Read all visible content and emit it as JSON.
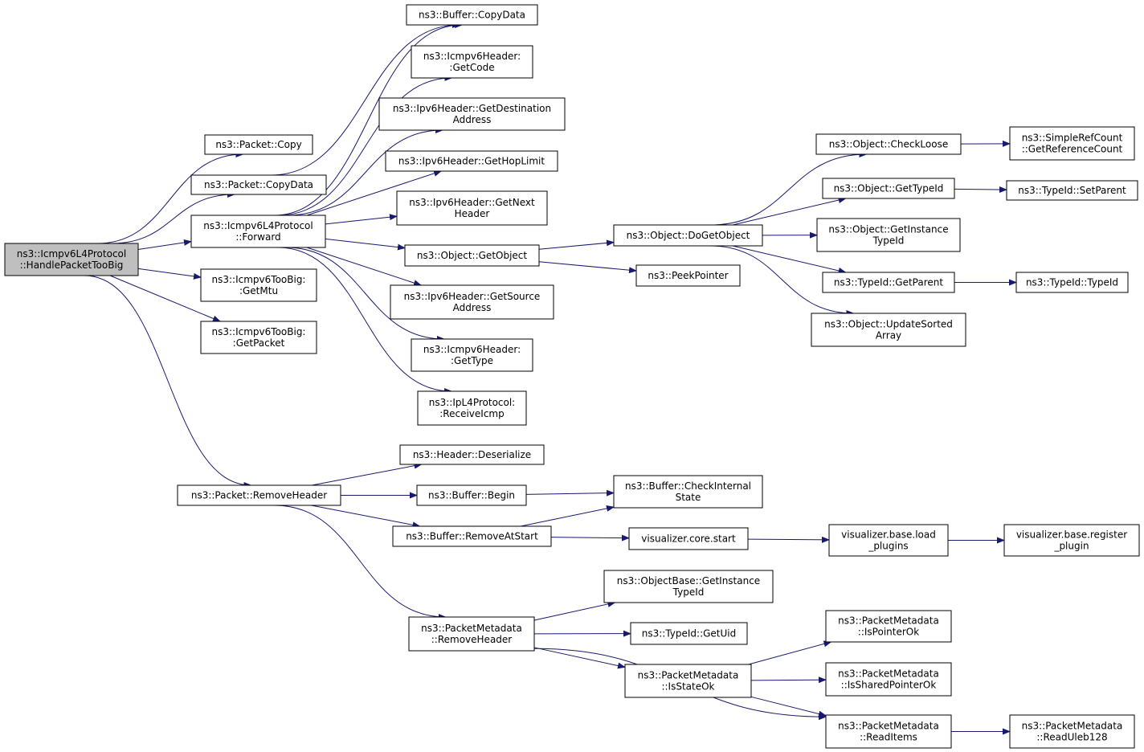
{
  "nodes": [
    {
      "id": "root",
      "lines": [
        "ns3::Icmpv6L4Protocol",
        "::HandlePacketTooBig"
      ]
    },
    {
      "id": "copy",
      "lines": [
        "ns3::Packet::Copy"
      ]
    },
    {
      "id": "pcopydata",
      "lines": [
        "ns3::Packet::CopyData"
      ]
    },
    {
      "id": "forward",
      "lines": [
        "ns3::Icmpv6L4Protocol",
        "::Forward"
      ]
    },
    {
      "id": "getmtu",
      "lines": [
        "ns3::Icmpv6TooBig:",
        ":GetMtu"
      ]
    },
    {
      "id": "getpacket",
      "lines": [
        "ns3::Icmpv6TooBig:",
        ":GetPacket"
      ]
    },
    {
      "id": "removeheader",
      "lines": [
        "ns3::Packet::RemoveHeader"
      ]
    },
    {
      "id": "bcopydata",
      "lines": [
        "ns3::Buffer::CopyData"
      ]
    },
    {
      "id": "getcode",
      "lines": [
        "ns3::Icmpv6Header:",
        ":GetCode"
      ]
    },
    {
      "id": "getdest",
      "lines": [
        "ns3::Ipv6Header::GetDestination",
        "Address"
      ]
    },
    {
      "id": "gethop",
      "lines": [
        "ns3::Ipv6Header::GetHopLimit"
      ]
    },
    {
      "id": "getnext",
      "lines": [
        "ns3::Ipv6Header::GetNext",
        "Header"
      ]
    },
    {
      "id": "getobject",
      "lines": [
        "ns3::Object::GetObject"
      ]
    },
    {
      "id": "getsource",
      "lines": [
        "ns3::Ipv6Header::GetSource",
        "Address"
      ]
    },
    {
      "id": "gettype",
      "lines": [
        "ns3::Icmpv6Header:",
        ":GetType"
      ]
    },
    {
      "id": "receiveicmp",
      "lines": [
        "ns3::IpL4Protocol:",
        ":ReceiveIcmp"
      ]
    },
    {
      "id": "dogetobject",
      "lines": [
        "ns3::Object::DoGetObject"
      ]
    },
    {
      "id": "peekpointer",
      "lines": [
        "ns3::PeekPointer"
      ]
    },
    {
      "id": "checkloose",
      "lines": [
        "ns3::Object::CheckLoose"
      ]
    },
    {
      "id": "ogettypeid",
      "lines": [
        "ns3::Object::GetTypeId"
      ]
    },
    {
      "id": "getinstancetypeid",
      "lines": [
        "ns3::Object::GetInstance",
        "TypeId"
      ]
    },
    {
      "id": "getparent",
      "lines": [
        "ns3::TypeId::GetParent"
      ]
    },
    {
      "id": "updatesorted",
      "lines": [
        "ns3::Object::UpdateSorted",
        "Array"
      ]
    },
    {
      "id": "getrefcount",
      "lines": [
        "ns3::SimpleRefCount",
        "::GetReferenceCount"
      ]
    },
    {
      "id": "setparent",
      "lines": [
        "ns3::TypeId::SetParent"
      ]
    },
    {
      "id": "typeid",
      "lines": [
        "ns3::TypeId::TypeId"
      ]
    },
    {
      "id": "deserialize",
      "lines": [
        "ns3::Header::Deserialize"
      ]
    },
    {
      "id": "begin",
      "lines": [
        "ns3::Buffer::Begin"
      ]
    },
    {
      "id": "removeatstart",
      "lines": [
        "ns3::Buffer::RemoveAtStart"
      ]
    },
    {
      "id": "pmremoveheader",
      "lines": [
        "ns3::PacketMetadata",
        "::RemoveHeader"
      ]
    },
    {
      "id": "checkinternal",
      "lines": [
        "ns3::Buffer::CheckInternal",
        "State"
      ]
    },
    {
      "id": "vcorestart",
      "lines": [
        "visualizer.core.start"
      ]
    },
    {
      "id": "vloadplugins",
      "lines": [
        "visualizer.base.load",
        "_plugins"
      ]
    },
    {
      "id": "vregplugin",
      "lines": [
        "visualizer.base.register",
        "_plugin"
      ]
    },
    {
      "id": "objbasegetinst",
      "lines": [
        "ns3::ObjectBase::GetInstance",
        "TypeId"
      ]
    },
    {
      "id": "getuid",
      "lines": [
        "ns3::TypeId::GetUid"
      ]
    },
    {
      "id": "isstateok",
      "lines": [
        "ns3::PacketMetadata",
        "::IsStateOk"
      ]
    },
    {
      "id": "ispointerok",
      "lines": [
        "ns3::PacketMetadata",
        "::IsPointerOk"
      ]
    },
    {
      "id": "issharedok",
      "lines": [
        "ns3::PacketMetadata",
        "::IsSharedPointerOk"
      ]
    },
    {
      "id": "readitems",
      "lines": [
        "ns3::PacketMetadata",
        "::ReadItems"
      ]
    },
    {
      "id": "readuleb",
      "lines": [
        "ns3::PacketMetadata",
        "::ReadUleb128"
      ]
    }
  ],
  "edges": [
    [
      "root",
      "copy"
    ],
    [
      "root",
      "pcopydata"
    ],
    [
      "root",
      "forward"
    ],
    [
      "root",
      "getmtu"
    ],
    [
      "root",
      "getpacket"
    ],
    [
      "root",
      "removeheader"
    ],
    [
      "pcopydata",
      "bcopydata"
    ],
    [
      "forward",
      "bcopydata"
    ],
    [
      "forward",
      "getcode"
    ],
    [
      "forward",
      "getdest"
    ],
    [
      "forward",
      "gethop"
    ],
    [
      "forward",
      "getnext"
    ],
    [
      "forward",
      "getobject"
    ],
    [
      "forward",
      "getsource"
    ],
    [
      "forward",
      "gettype"
    ],
    [
      "forward",
      "receiveicmp"
    ],
    [
      "getobject",
      "dogetobject"
    ],
    [
      "getobject",
      "peekpointer"
    ],
    [
      "dogetobject",
      "checkloose"
    ],
    [
      "dogetobject",
      "ogettypeid"
    ],
    [
      "dogetobject",
      "getinstancetypeid"
    ],
    [
      "dogetobject",
      "getparent"
    ],
    [
      "dogetobject",
      "updatesorted"
    ],
    [
      "checkloose",
      "getrefcount"
    ],
    [
      "ogettypeid",
      "setparent"
    ],
    [
      "getparent",
      "typeid"
    ],
    [
      "removeheader",
      "deserialize"
    ],
    [
      "removeheader",
      "begin"
    ],
    [
      "removeheader",
      "removeatstart"
    ],
    [
      "removeheader",
      "pmremoveheader"
    ],
    [
      "begin",
      "checkinternal"
    ],
    [
      "removeatstart",
      "checkinternal"
    ],
    [
      "removeatstart",
      "vcorestart"
    ],
    [
      "vcorestart",
      "vloadplugins"
    ],
    [
      "vloadplugins",
      "vregplugin"
    ],
    [
      "pmremoveheader",
      "objbasegetinst"
    ],
    [
      "pmremoveheader",
      "getuid"
    ],
    [
      "pmremoveheader",
      "isstateok"
    ],
    [
      "pmremoveheader",
      "readitems"
    ],
    [
      "isstateok",
      "ispointerok"
    ],
    [
      "isstateok",
      "issharedok"
    ],
    [
      "isstateok",
      "readitems"
    ],
    [
      "readitems",
      "readuleb"
    ]
  ],
  "colors": {
    "edge": "#191970",
    "root_fill": "#bfbfbf",
    "node_fill": "#ffffff"
  }
}
